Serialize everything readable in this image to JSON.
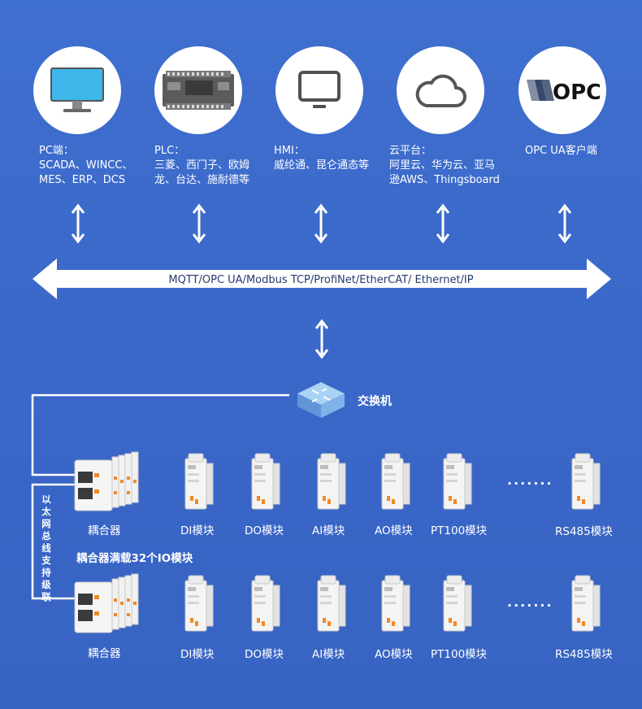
{
  "top_nodes": [
    {
      "icon": "monitor-icon",
      "lines": [
        "PC端：",
        "SCADA、WINCC、",
        "MES、ERP、DCS"
      ]
    },
    {
      "icon": "plc-icon",
      "lines": [
        "PLC：",
        "三菱、西门子、欧姆",
        "龙、台达、施耐德等"
      ]
    },
    {
      "icon": "hmi-icon",
      "lines": [
        "HMI：",
        "威纶通、昆仑通态等"
      ]
    },
    {
      "icon": "cloud-icon",
      "lines": [
        "云平台：",
        "阿里云、华为云、亚马",
        "逊AWS、Thingsboard"
      ]
    },
    {
      "icon": "opc-logo-icon",
      "logo_text": "OPC",
      "lines": [
        "OPC  UA客户端"
      ]
    }
  ],
  "protocol_bar": "MQTT/OPC UA/Modbus TCP/ProfiNet/EtherCAT/ Ethernet/IP",
  "switch_label": "交换机",
  "chain_label": [
    "以",
    "太",
    "网",
    "总",
    "线",
    "支",
    "持",
    "级",
    "联"
  ],
  "row_caption": "耦合器满载32个IO模块",
  "rows": [
    {
      "coupler": "耦合器",
      "modules": [
        "DI模块",
        "DO模块",
        "AI模块",
        "AO模块",
        "PT100模块",
        "RS485模块"
      ],
      "ellipsis": "·······"
    },
    {
      "coupler": "耦合器",
      "modules": [
        "DI模块",
        "DO模块",
        "AI模块",
        "AO模块",
        "PT100模块",
        "RS485模块"
      ],
      "ellipsis": "·······"
    }
  ],
  "colors": {
    "background": "#3a67c8",
    "bar": "#ffffff",
    "accent_orange": "#f08a24",
    "switch_blue": "#7fb2e8"
  }
}
